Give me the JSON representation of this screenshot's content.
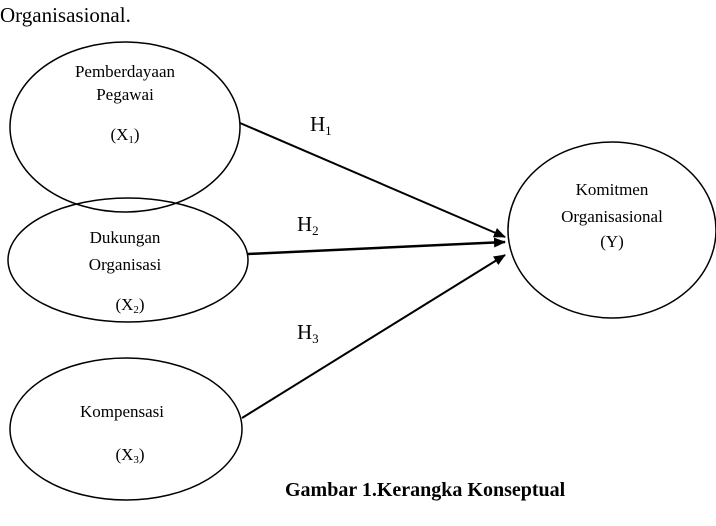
{
  "top_text": "Organisasional.",
  "nodes": {
    "x1": {
      "line1": "Pemberdayaan",
      "line2": "Pegawai",
      "var": "X",
      "sub": "1"
    },
    "x2": {
      "line1": "Dukungan",
      "line2": "Organisasi",
      "var": "X",
      "sub": "2"
    },
    "x3": {
      "line1": "Kompensasi",
      "var": "X",
      "sub": "3"
    },
    "y": {
      "line1": "Komitmen",
      "line2": "Organisasional",
      "var": "(Y)"
    }
  },
  "hypotheses": [
    {
      "label": "H",
      "sub": "1"
    },
    {
      "label": "H",
      "sub": "2"
    },
    {
      "label": "H",
      "sub": "3"
    }
  ],
  "caption": "Gambar 1.Kerangka Konseptual"
}
